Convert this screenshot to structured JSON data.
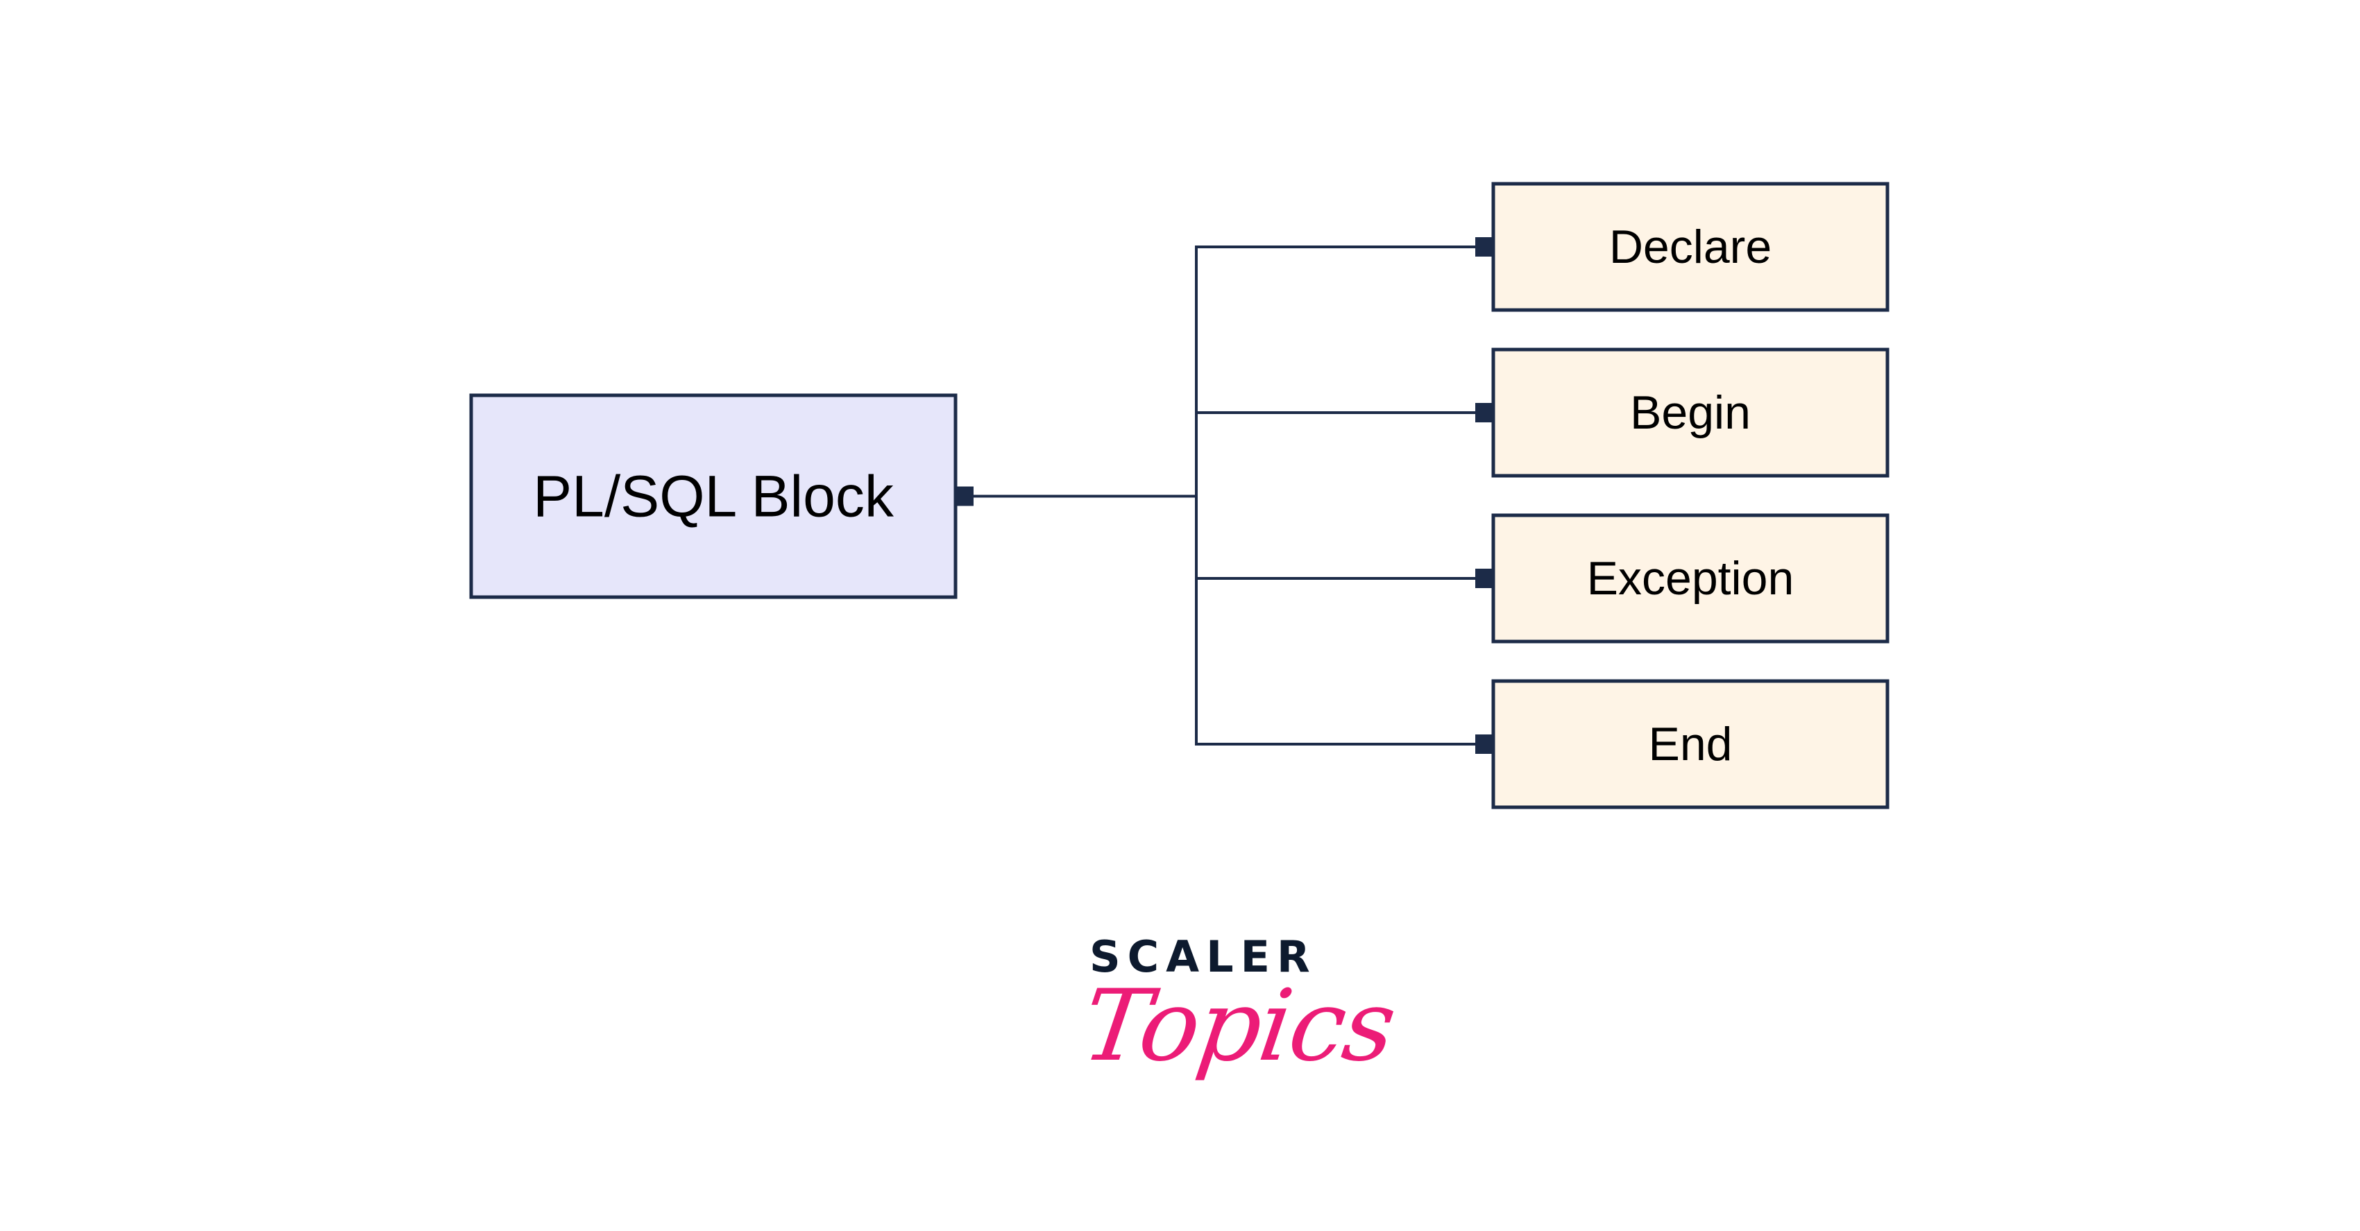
{
  "diagram": {
    "type": "tree",
    "colors": {
      "stroke": "#1c2b48",
      "root_fill": "#e6e6fa",
      "child_fill": "#fef4e6",
      "text": "#000000"
    },
    "root": {
      "id": "plsql-block",
      "label": "PL/SQL Block"
    },
    "children": [
      {
        "id": "declare",
        "label": "Declare"
      },
      {
        "id": "begin",
        "label": "Begin"
      },
      {
        "id": "exception",
        "label": "Exception"
      },
      {
        "id": "end",
        "label": "End"
      }
    ],
    "edges": [
      {
        "from": "plsql-block",
        "to": "declare"
      },
      {
        "from": "plsql-block",
        "to": "begin"
      },
      {
        "from": "plsql-block",
        "to": "exception"
      },
      {
        "from": "plsql-block",
        "to": "end"
      }
    ]
  },
  "logo": {
    "word1": "SCALER",
    "word2": "Topics",
    "colors": {
      "word1": "#0d1a2e",
      "word2": "#ec1c77"
    }
  }
}
